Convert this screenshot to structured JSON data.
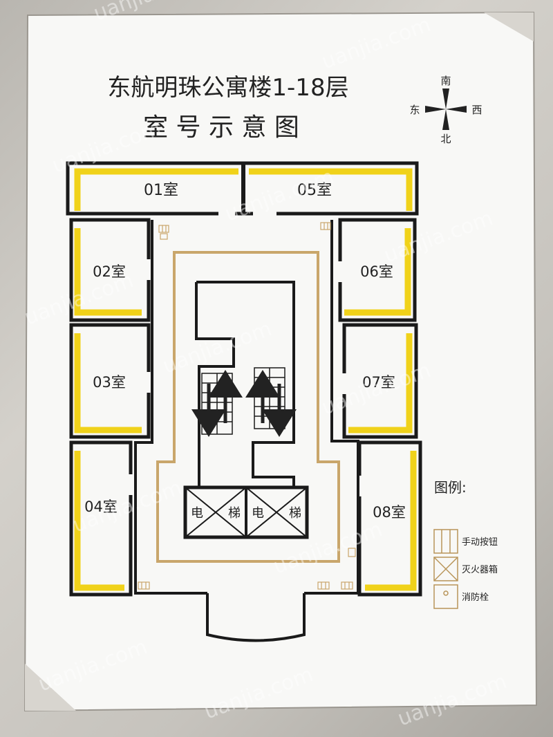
{
  "title_line1": "东航明珠公寓楼1-18层",
  "title_line2": "室 号 示 意 图",
  "compass": {
    "south": "南",
    "east": "东",
    "west": "西",
    "north": "北"
  },
  "rooms": {
    "r01": "01室",
    "r02": "02室",
    "r03": "03室",
    "r04": "04室",
    "r05": "05室",
    "r06": "06室",
    "r07": "07室",
    "r08": "08室"
  },
  "elevator": {
    "char1": "电",
    "char2": "梯"
  },
  "legend": {
    "title": "图例:",
    "manual_button": "手动按钮",
    "fire_extinguisher_box": "灭火器箱",
    "fire_hydrant": "消防栓"
  },
  "watermark": "uanjia.com",
  "colors": {
    "wall": "#1a1a1a",
    "yellow": "#f0d21a",
    "tan": "#c9a66b",
    "paper": "#fafafa"
  }
}
